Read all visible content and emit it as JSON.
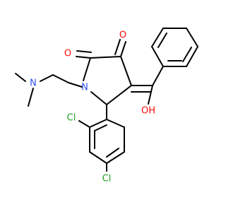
{
  "molecule": {
    "atoms": {
      "o_ketone_left": "O",
      "o_ketone_right": "O",
      "n_amine": "N",
      "n_ring": "N",
      "oh": "OH",
      "cl_ortho": "Cl",
      "cl_para": "Cl"
    },
    "colors": {
      "bond": "#000000",
      "oxygen": "#ff0d0d",
      "nitrogen": "#3050f8",
      "chlorine": "#1fa01f"
    }
  }
}
